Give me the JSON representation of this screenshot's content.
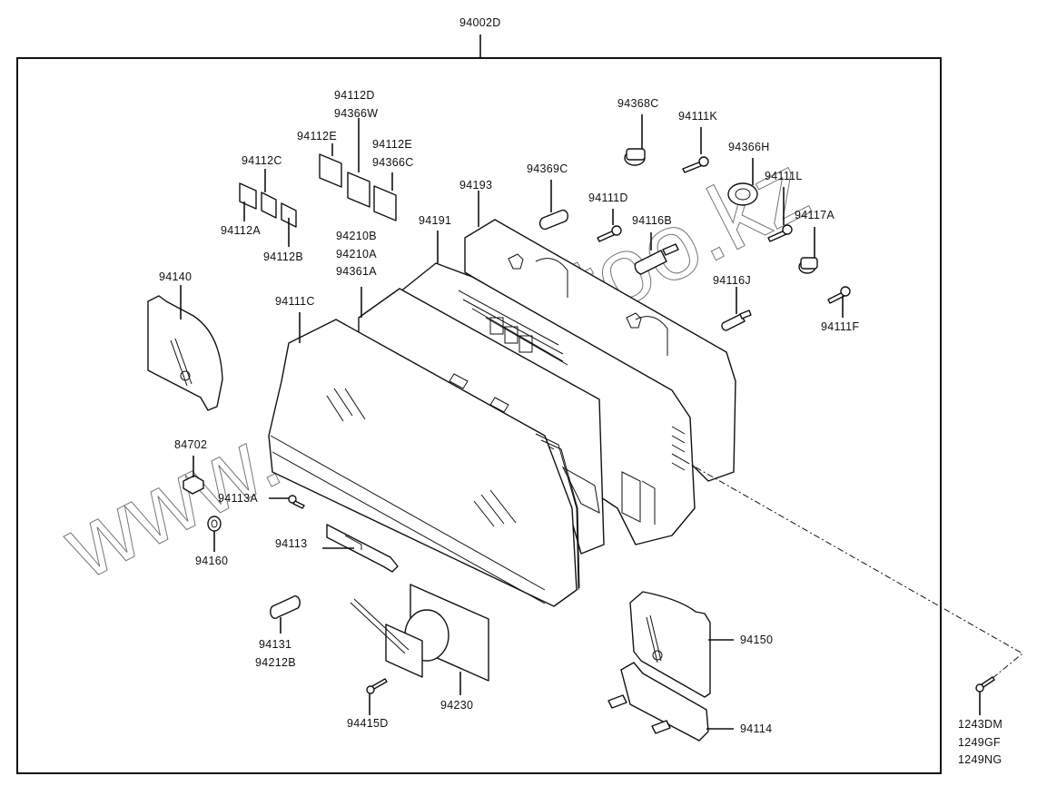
{
  "diagram": {
    "title": "Instrument cluster exploded parts diagram",
    "assembly_label": "94002D",
    "watermark": "www.sinhron-too.kz",
    "parts": {
      "p94112D": [
        "94112D",
        "94366W"
      ],
      "p94112E_a": [
        "94112E"
      ],
      "p94112E_b": [
        "94112E",
        "94366C"
      ],
      "p94112C": [
        "94112C"
      ],
      "p94112A": [
        "94112A"
      ],
      "p94112B": [
        "94112B"
      ],
      "p94210B": [
        "94210B",
        "94210A",
        "94361A"
      ],
      "p94140": [
        "94140"
      ],
      "p94111C": [
        "94111C"
      ],
      "p94191": [
        "94191"
      ],
      "p94193": [
        "94193"
      ],
      "p94369C": [
        "94369C"
      ],
      "p94368C": [
        "94368C"
      ],
      "p94111K": [
        "94111K"
      ],
      "p94366H": [
        "94366H"
      ],
      "p94111D": [
        "94111D"
      ],
      "p94116B": [
        "94116B"
      ],
      "p94111L": [
        "94111L"
      ],
      "p94117A": [
        "94117A"
      ],
      "p94116J": [
        "94116J"
      ],
      "p94111F": [
        "94111F"
      ],
      "p84702": [
        "84702"
      ],
      "p94113A": [
        "94113A"
      ],
      "p94160": [
        "94160"
      ],
      "p94113": [
        "94113"
      ],
      "p94131": [
        "94131",
        "94212B"
      ],
      "p94230": [
        "94230"
      ],
      "p94415D": [
        "94415D"
      ],
      "p94150": [
        "94150"
      ],
      "p94114": [
        "94114"
      ],
      "p1243DM": [
        "1243DM",
        "1249GF",
        "1249NG"
      ]
    }
  }
}
